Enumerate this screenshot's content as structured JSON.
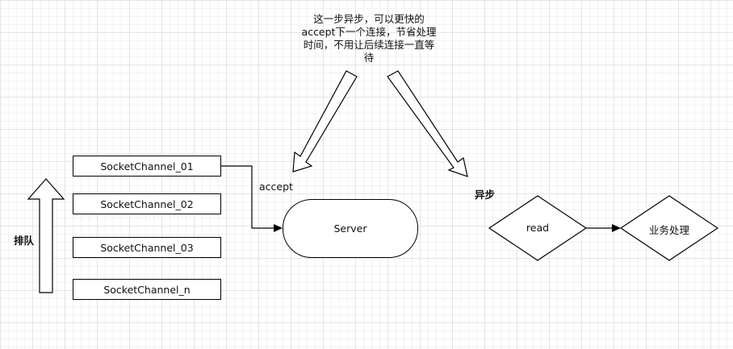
{
  "channels": [
    "SocketChannel_01",
    "SocketChannel_02",
    "SocketChannel_03",
    "SocketChannel_n"
  ],
  "queue_label": "排队",
  "accept_label": "accept",
  "server_label": "Server",
  "async_label": "异步",
  "note_text": "这一步异步，可以更快的accept下一个连接，节省处理时间，不用让后续连接一直等待",
  "read_label": "read",
  "business_label": "业务处理"
}
